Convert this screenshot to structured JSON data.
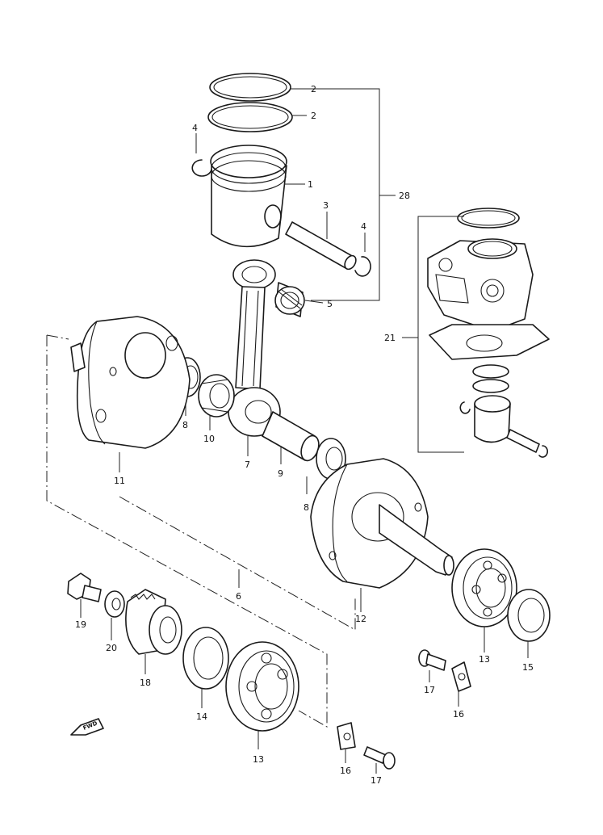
{
  "labels": {
    "piston_ring_top": "2",
    "piston_ring_second": "2",
    "circlip_left": "4",
    "piston": "1",
    "piston_pin": "3",
    "circlip_right": "4",
    "piston_set": "28",
    "pin_bearing": "5",
    "cylinder_assy": "21",
    "washer_left": "8",
    "bearing_big_end": "10",
    "conrod": "7",
    "crank_pin": "9",
    "washer_right": "8",
    "crank_web_left": "11",
    "crankshaft_assy": "6",
    "crank_web_right": "12",
    "bearing_right": "13",
    "oil_seal_right": "15",
    "bolt_right": "17",
    "lock_washer_right": "16",
    "bolt_gear": "19",
    "washer_gear": "20",
    "primary_gear": "18",
    "oil_seal_left": "14",
    "bearing_left": "13",
    "lock_washer_bottom": "16",
    "screw_bottom": "17"
  },
  "fwd_marker": "FWD"
}
